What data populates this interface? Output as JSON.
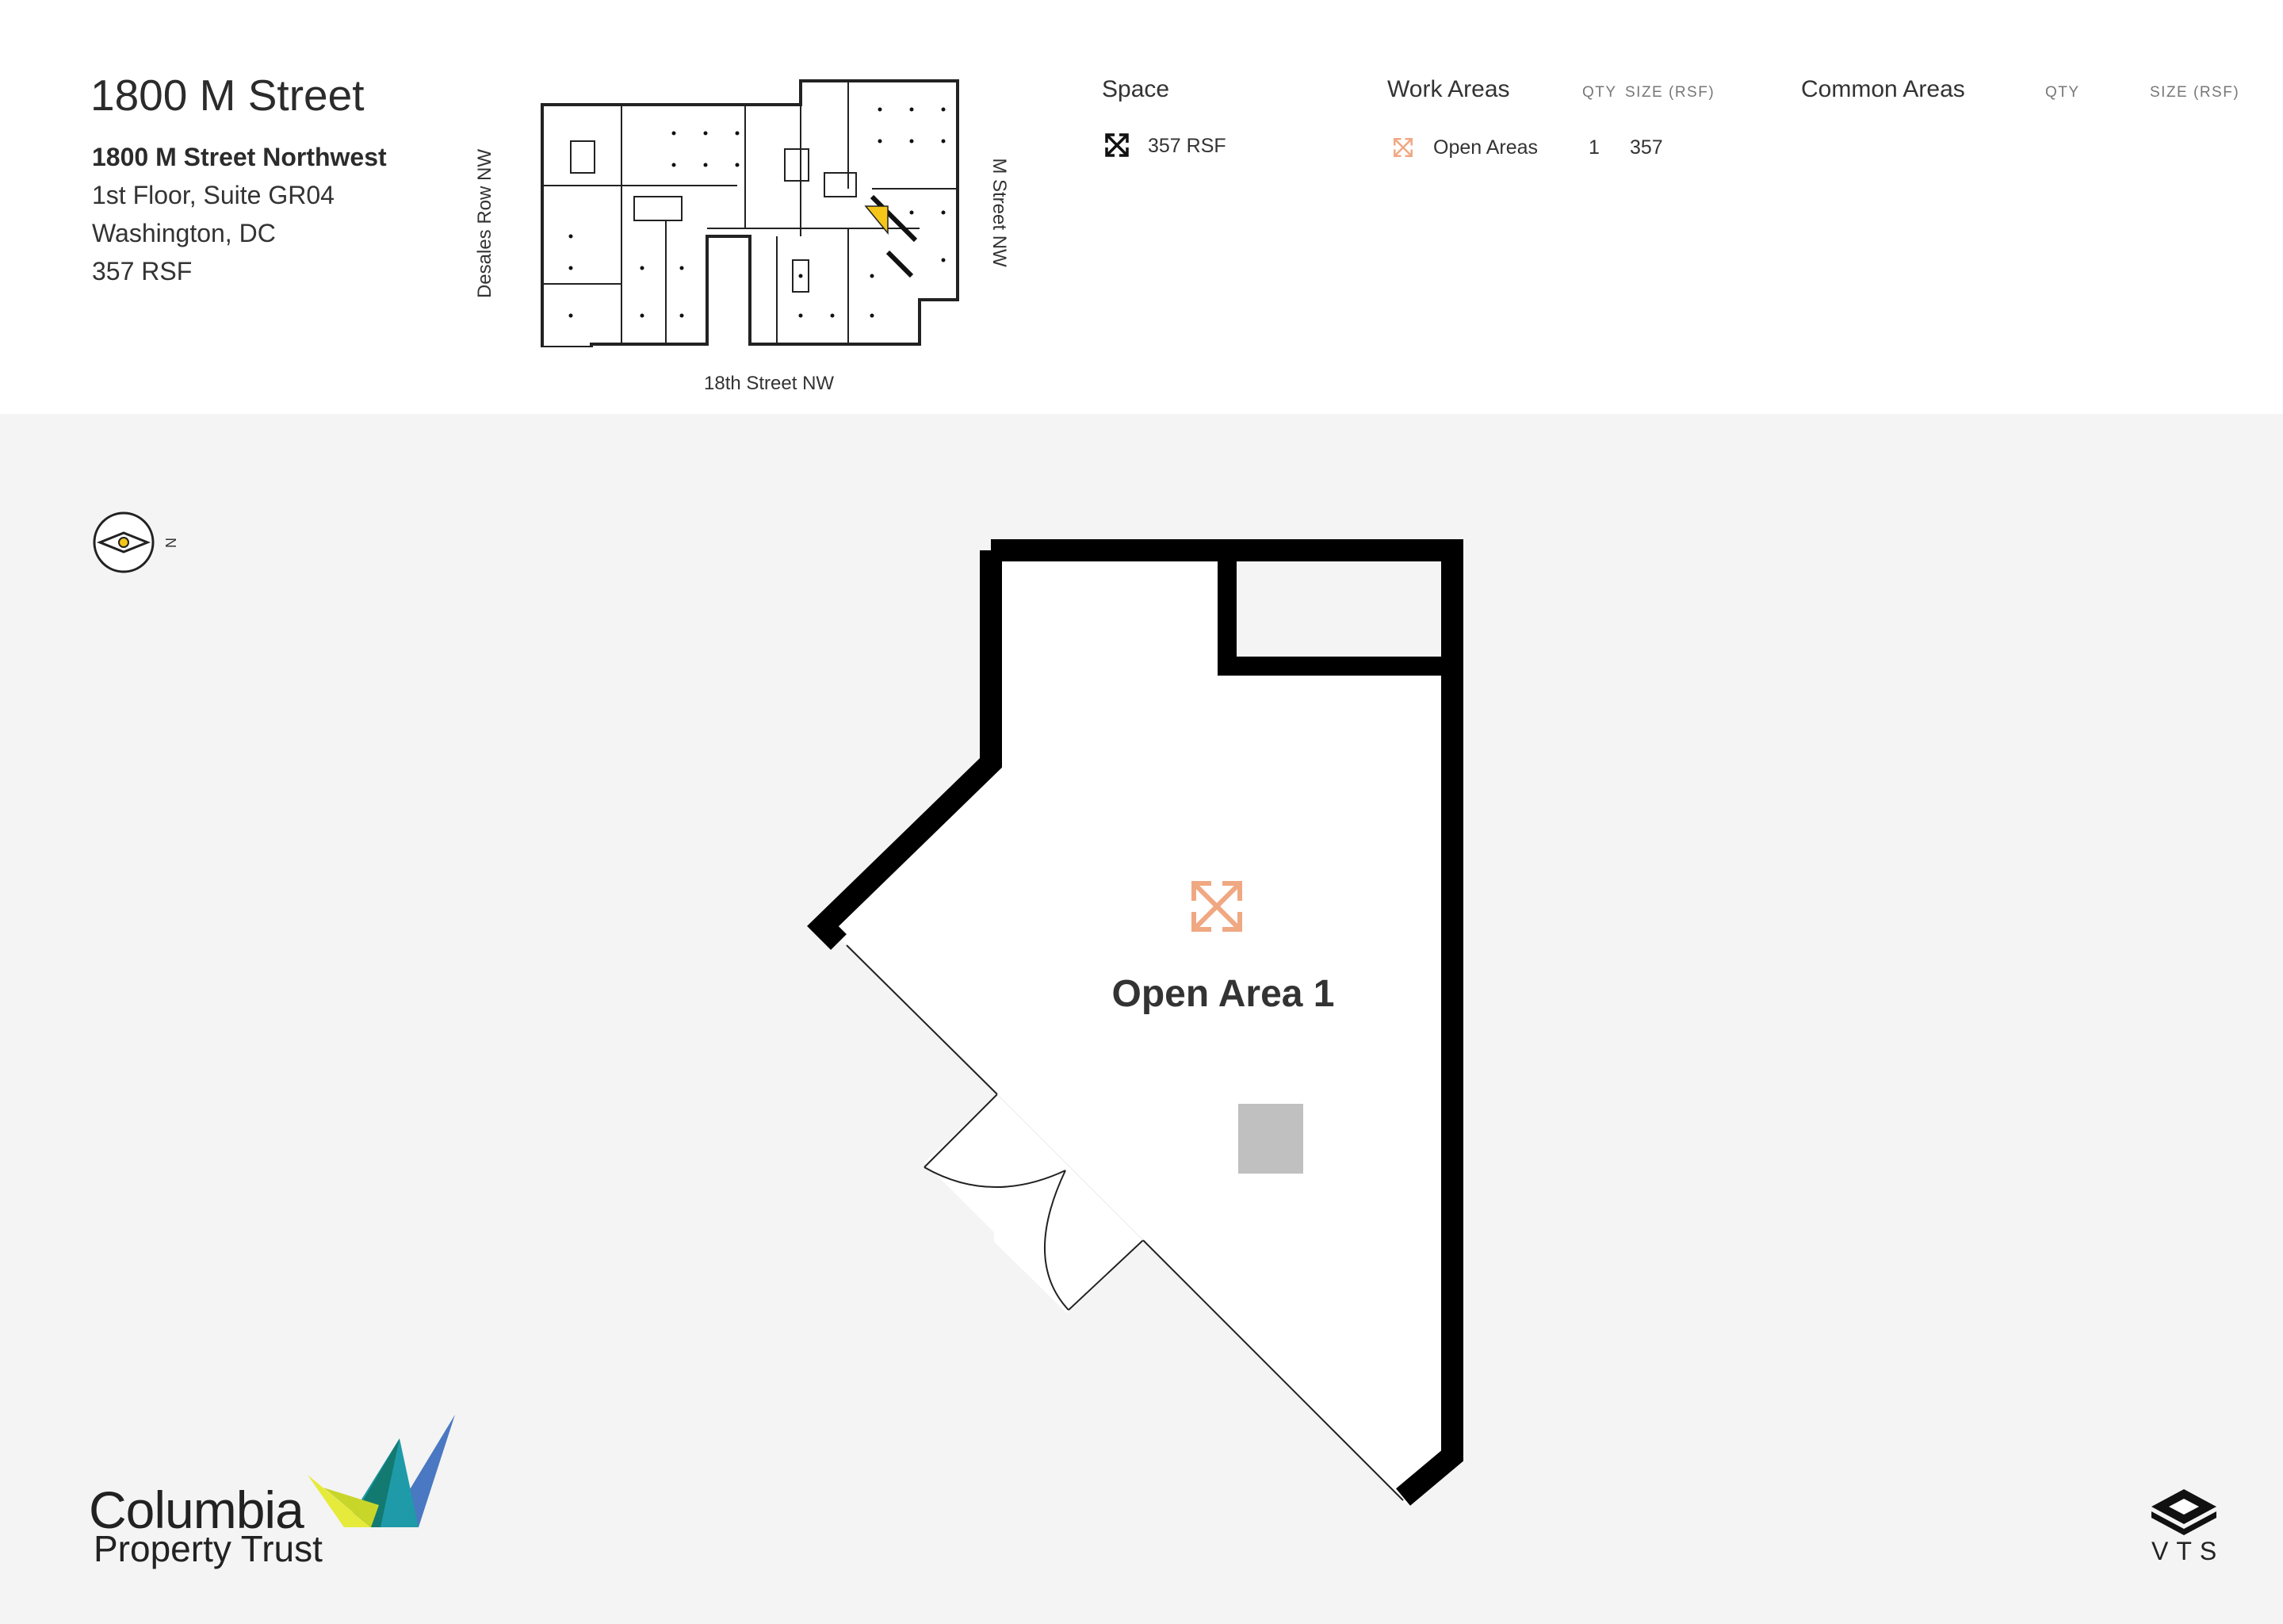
{
  "header": {
    "title": "1800 M Street",
    "address_line1": "1800 M Street Northwest",
    "address_line2": "1st Floor, Suite GR04",
    "address_line3": "Washington, DC",
    "address_line4": "357 RSF"
  },
  "keyplan": {
    "street_left": "Desales Row NW",
    "street_right": "M Street NW",
    "street_bottom": "18th Street NW",
    "highlight_color": "#f5c518"
  },
  "space": {
    "heading": "Space",
    "icon": "expand-arrows-icon",
    "value": "357 RSF"
  },
  "work_areas": {
    "heading": "Work Areas",
    "qty_header": "QTY",
    "size_header": "SIZE (RSF)",
    "rows": [
      {
        "icon": "expand-arrows-icon",
        "label": "Open Areas",
        "qty": "1",
        "size": "357"
      }
    ]
  },
  "common_areas": {
    "heading": "Common Areas",
    "qty_header": "QTY",
    "size_header": "SIZE (RSF)"
  },
  "floorplan": {
    "room_label": "Open Area 1",
    "icon": "expand-arrows-icon",
    "icon_color": "#f0a882",
    "wall_color": "#000000",
    "column_color": "#c0c0c0"
  },
  "compass": {
    "label": "N",
    "icon": "compass-icon"
  },
  "branding": {
    "client_logo_line1": "Columbia",
    "client_logo_line2": "Property Trust",
    "vts": "VTS"
  }
}
